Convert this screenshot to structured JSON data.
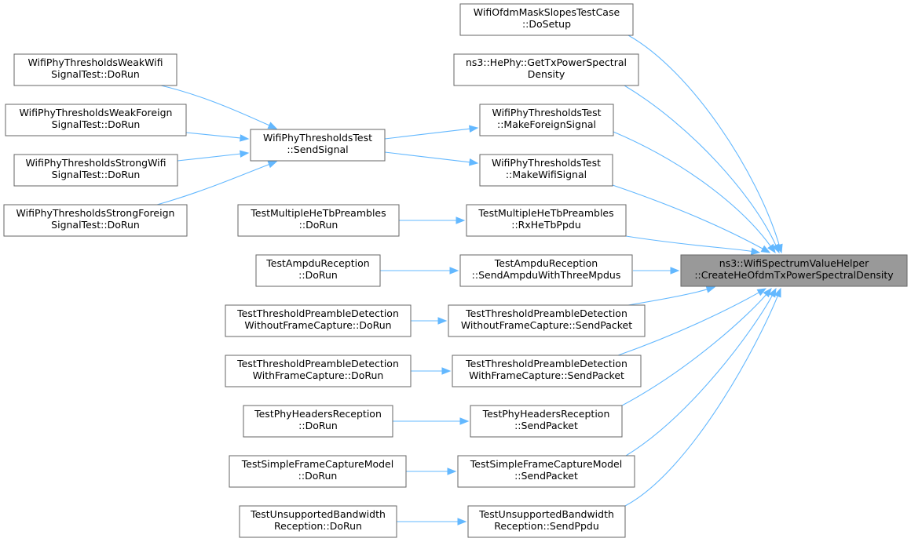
{
  "graph": {
    "nodes": {
      "target": [
        "ns3::WifiSpectrumValueHelper",
        "::CreateHeOfdmTxPowerSpectralDensity"
      ],
      "ofdm_setup": [
        "WifiOfdmMaskSlopesTestCase",
        "::DoSetup"
      ],
      "hephy_get": [
        "ns3::HePhy::GetTxPowerSpectral",
        "Density"
      ],
      "make_foreign": [
        "WifiPhyThresholdsTest",
        "::MakeForeignSignal"
      ],
      "make_wifi": [
        "WifiPhyThresholdsTest",
        "::MakeWifiSignal"
      ],
      "rx_hetb": [
        "TestMultipleHeTbPreambles",
        "::RxHeTbPpdu"
      ],
      "send_ampdu": [
        "TestAmpduReception",
        "::SendAmpduWithThreeMpdus"
      ],
      "send_wo_fc": [
        "TestThresholdPreambleDetection",
        "WithoutFrameCapture::SendPacket"
      ],
      "send_w_fc": [
        "TestThresholdPreambleDetection",
        "WithFrameCapture::SendPacket"
      ],
      "send_phyhdr": [
        "TestPhyHeadersReception",
        "::SendPacket"
      ],
      "send_sfcm": [
        "TestSimpleFrameCaptureModel",
        "::SendPacket"
      ],
      "send_ppdu": [
        "TestUnsupportedBandwidth",
        "Reception::SendPpdu"
      ],
      "send_signal": [
        "WifiPhyThresholdsTest",
        "::SendSignal"
      ],
      "weak_wifi": [
        "WifiPhyThresholdsWeakWifi",
        "SignalTest::DoRun"
      ],
      "weak_foreign": [
        "WifiPhyThresholdsWeakForeign",
        "SignalTest::DoRun"
      ],
      "strong_wifi": [
        "WifiPhyThresholdsStrongWifi",
        "SignalTest::DoRun"
      ],
      "strong_foreign": [
        "WifiPhyThresholdsStrongForeign",
        "SignalTest::DoRun"
      ],
      "hetb_run": [
        "TestMultipleHeTbPreambles",
        "::DoRun"
      ],
      "ampdu_run": [
        "TestAmpduReception",
        "::DoRun"
      ],
      "wo_fc_run": [
        "TestThresholdPreambleDetection",
        "WithoutFrameCapture::DoRun"
      ],
      "w_fc_run": [
        "TestThresholdPreambleDetection",
        "WithFrameCapture::DoRun"
      ],
      "phyhdr_run": [
        "TestPhyHeadersReception",
        "::DoRun"
      ],
      "sfcm_run": [
        "TestSimpleFrameCaptureModel",
        "::DoRun"
      ],
      "ppdu_run": [
        "TestUnsupportedBandwidth",
        "Reception::DoRun"
      ]
    },
    "colors": {
      "edge": "#63b8ff",
      "node_border": "#666666",
      "node_fill": "#ffffff",
      "target_fill": "#999999"
    }
  }
}
